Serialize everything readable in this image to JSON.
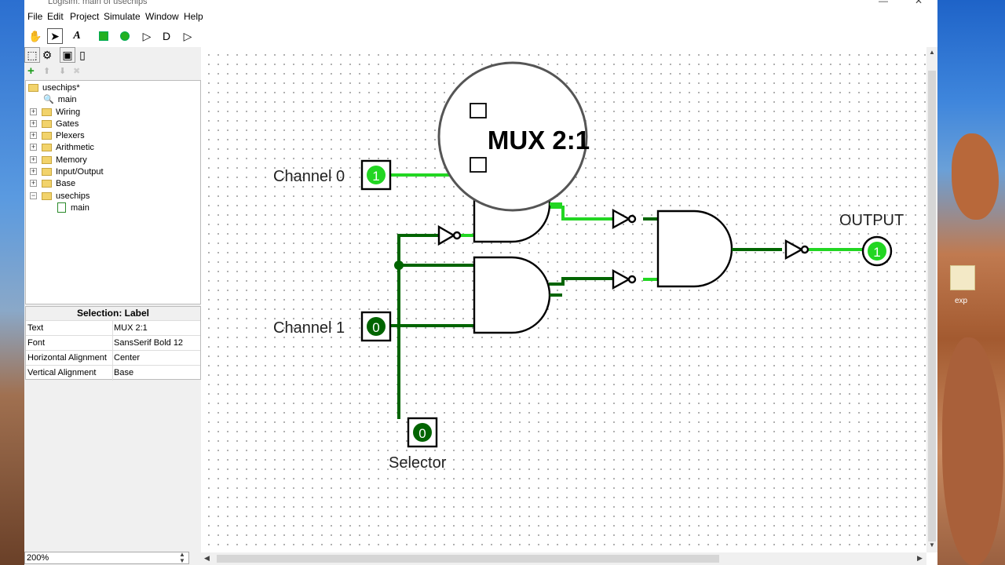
{
  "window": {
    "title": "Logisim: main of usechips",
    "menus": [
      "File",
      "Edit",
      "Project",
      "Simulate",
      "Window",
      "Help"
    ]
  },
  "explorer": {
    "items": [
      {
        "label": "usechips*",
        "level": 0,
        "kind": "project"
      },
      {
        "label": "main",
        "level": 1,
        "kind": "circuit-magnifier"
      },
      {
        "label": "Wiring",
        "level": 1,
        "kind": "library"
      },
      {
        "label": "Gates",
        "level": 1,
        "kind": "library"
      },
      {
        "label": "Plexers",
        "level": 1,
        "kind": "library"
      },
      {
        "label": "Arithmetic",
        "level": 1,
        "kind": "library"
      },
      {
        "label": "Memory",
        "level": 1,
        "kind": "library"
      },
      {
        "label": "Input/Output",
        "level": 1,
        "kind": "library"
      },
      {
        "label": "Base",
        "level": 1,
        "kind": "library"
      },
      {
        "label": "usechips",
        "level": 1,
        "kind": "library-open"
      },
      {
        "label": "main",
        "level": 2,
        "kind": "circuit"
      }
    ]
  },
  "properties": {
    "title": "Selection: Label",
    "rows": [
      {
        "key": "Text",
        "value": "MUX 2:1"
      },
      {
        "key": "Font",
        "value": "SansSerif Bold 12"
      },
      {
        "key": "Horizontal Alignment",
        "value": "Center"
      },
      {
        "key": "Vertical Alignment",
        "value": "Base"
      }
    ]
  },
  "zoom": "200%",
  "circuit": {
    "label_text": "MUX 2:1",
    "channel0": {
      "label": "Channel 0",
      "value": "1"
    },
    "channel1": {
      "label": "Channel 1",
      "value": "0"
    },
    "selector": {
      "label": "Selector",
      "value": "0"
    },
    "output": {
      "label": "OUTPUT",
      "value": "1"
    }
  },
  "desktop": {
    "icon_label": "exp"
  },
  "colors": {
    "wire_on": "#22d622",
    "wire_off": "#006400",
    "pin_on": "#22d622",
    "pin_off": "#006400"
  }
}
